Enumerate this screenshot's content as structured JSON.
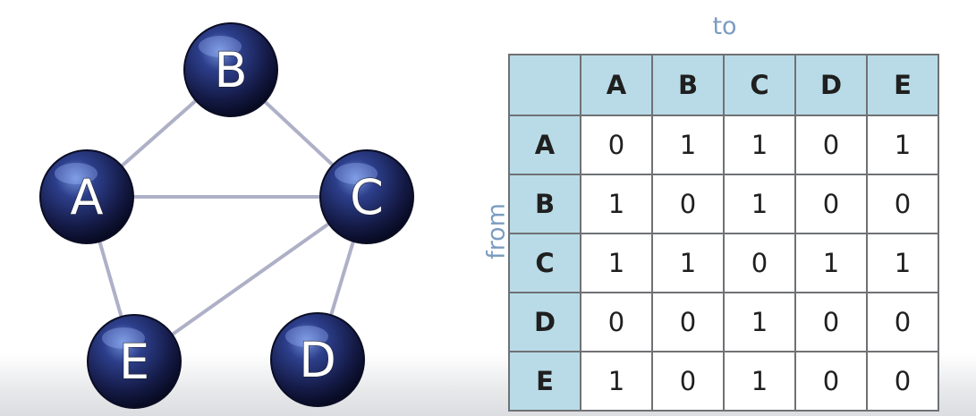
{
  "axis_labels": {
    "to": "to",
    "from": "from"
  },
  "graph": {
    "nodes": [
      {
        "id": "A",
        "label": "A"
      },
      {
        "id": "B",
        "label": "B"
      },
      {
        "id": "C",
        "label": "C"
      },
      {
        "id": "D",
        "label": "D"
      },
      {
        "id": "E",
        "label": "E"
      }
    ],
    "edges": [
      [
        "A",
        "B"
      ],
      [
        "B",
        "C"
      ],
      [
        "A",
        "C"
      ],
      [
        "A",
        "E"
      ],
      [
        "E",
        "C"
      ],
      [
        "C",
        "D"
      ]
    ]
  },
  "matrix": {
    "columns": [
      "A",
      "B",
      "C",
      "D",
      "E"
    ],
    "rows": [
      {
        "label": "A",
        "values": [
          "0",
          "1",
          "1",
          "0",
          "1"
        ]
      },
      {
        "label": "B",
        "values": [
          "1",
          "0",
          "1",
          "0",
          "0"
        ]
      },
      {
        "label": "C",
        "values": [
          "1",
          "1",
          "0",
          "1",
          "1"
        ]
      },
      {
        "label": "D",
        "values": [
          "0",
          "0",
          "1",
          "0",
          "0"
        ]
      },
      {
        "label": "E",
        "values": [
          "1",
          "0",
          "1",
          "0",
          "0"
        ]
      }
    ]
  },
  "colors": {
    "node_fill": "#1d2a63",
    "edge": "#aeb0c7",
    "header_bg": "#b9dbe7",
    "axis_text": "#7b9cc0"
  }
}
